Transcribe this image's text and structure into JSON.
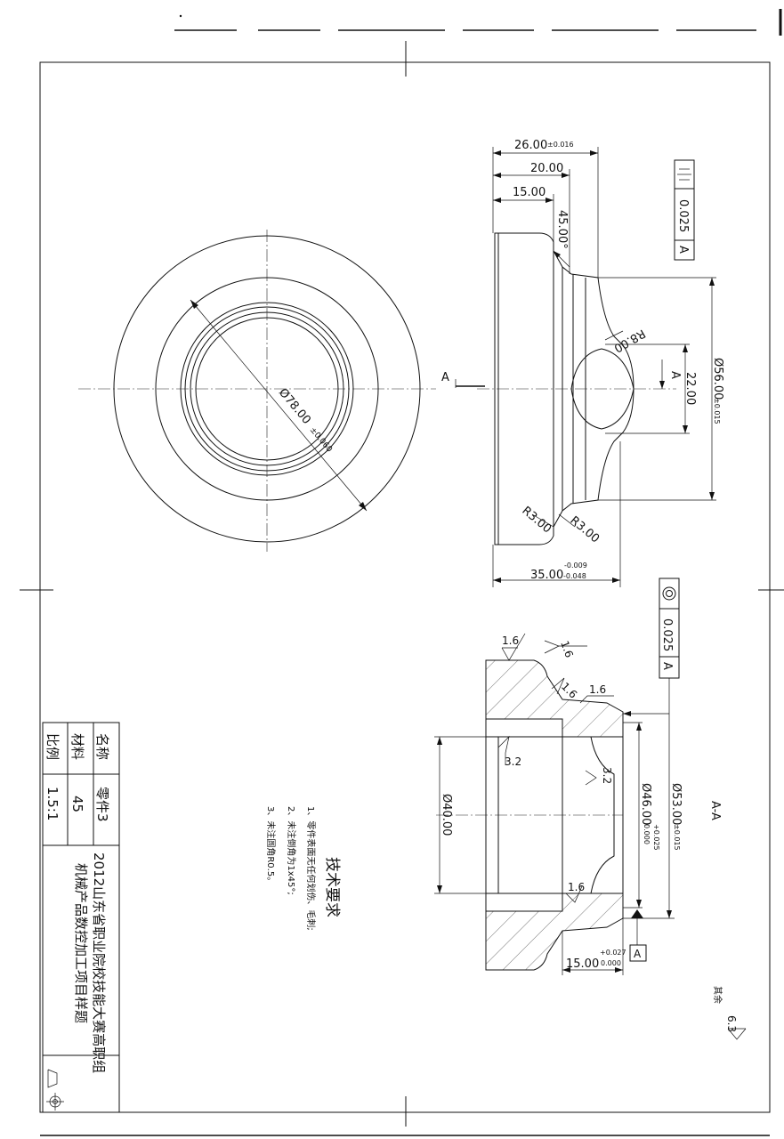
{
  "section_label": "A-A",
  "section_markers": [
    "A",
    "A"
  ],
  "dimensions": {
    "top_26": "26.00",
    "top_26_tol": "±0.016",
    "top_20": "20.00",
    "top_15": "15.00",
    "angle_45": "45.00°",
    "radius_r8": "R8.00",
    "dim_22": "22.00",
    "dia_56": "Ø56.00",
    "dia_56_tol": "±0.015",
    "radius_r3_left": "R3.00",
    "radius_r3_right": "R3.00",
    "dim_35": "35.00",
    "dim_35_tol_upper": "-0.009",
    "dim_35_tol_lower": "-0.048",
    "dia_78": "Ø78.00",
    "dia_78_tol": "±0.060",
    "dia_40": "Ø40.00",
    "dia_46": "Ø46.00",
    "dia_46_tol_upper": "+0.025",
    "dia_46_tol_lower": "0.000",
    "dia_53": "Ø53.00",
    "dia_53_tol": "±0.015",
    "bottom_15": "15.00",
    "bottom_15_tol_upper": "+0.027",
    "bottom_15_tol_lower": "0.000"
  },
  "tolerance_frames": [
    {
      "symbol": "⌯",
      "value": "0.025",
      "datum": "A"
    },
    {
      "symbol": "◎",
      "value": "0.025",
      "datum": "A"
    }
  ],
  "datum_label": "A",
  "roughness": {
    "r1": "1.6",
    "r2": "1.6",
    "r3": "1.6",
    "r4": "1.6",
    "r5": "1.6",
    "r6": "3.2",
    "r7": "3.2",
    "general_label": "其余",
    "general_value": "6.3"
  },
  "tech_requirements": {
    "title": "技术要求",
    "items": [
      "1、零件表面无任何划伤、毛刺;",
      "2、未注倒角为1x45°;",
      "3、未注圆角R0.5。"
    ]
  },
  "title_block": {
    "name_label": "名称",
    "name_value": "零件3",
    "material_label": "材料",
    "material_value": "45",
    "scale_label": "比例",
    "scale_value": "1.5:1",
    "title_line1": "2012山东省职业院校技能大赛高职组",
    "title_line2": "机械产品数控加工项目样题"
  },
  "colors": {
    "ink": "#111111",
    "paper": "#ffffff"
  }
}
